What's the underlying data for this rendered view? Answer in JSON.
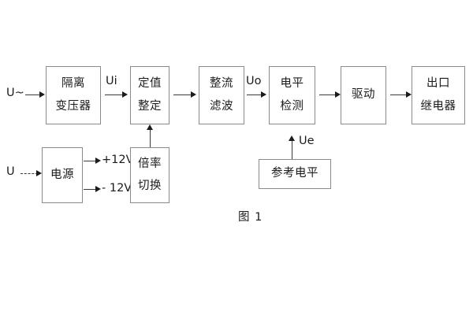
{
  "figure": {
    "caption": "图 1",
    "background_color": "#ffffff",
    "box_border_color": "#8a8a8a",
    "line_color": "#3a3a3a",
    "text_color": "#1b1b1b"
  },
  "inputs": [
    {
      "id": "ac-input",
      "label": "U~"
    },
    {
      "id": "dc-input",
      "label": "U"
    }
  ],
  "blocks": [
    {
      "id": "isolation-transformer",
      "line1": "隔离",
      "line2": "变压器"
    },
    {
      "id": "setting-value",
      "line1": "定值",
      "line2": "整定"
    },
    {
      "id": "rectify-filter",
      "line1": "整流",
      "line2": "滤波"
    },
    {
      "id": "level-detection",
      "line1": "电平",
      "line2": "检测"
    },
    {
      "id": "drive",
      "line1": "驱动",
      "line2": ""
    },
    {
      "id": "output-relay",
      "line1": "出口",
      "line2": "继电器"
    },
    {
      "id": "power-supply",
      "line1": "电源",
      "line2": ""
    },
    {
      "id": "multiplier-switch",
      "line1": "倍率",
      "line2": "切换"
    },
    {
      "id": "reference-level",
      "line1": "参考电平",
      "line2": ""
    }
  ],
  "signals": [
    {
      "id": "ui",
      "label": "Ui"
    },
    {
      "id": "uo",
      "label": "Uo"
    },
    {
      "id": "ue",
      "label": "Ue"
    }
  ],
  "supply_rails": [
    {
      "id": "rail-pos",
      "label": "+12V"
    },
    {
      "id": "rail-neg",
      "label": "- 12V"
    }
  ]
}
